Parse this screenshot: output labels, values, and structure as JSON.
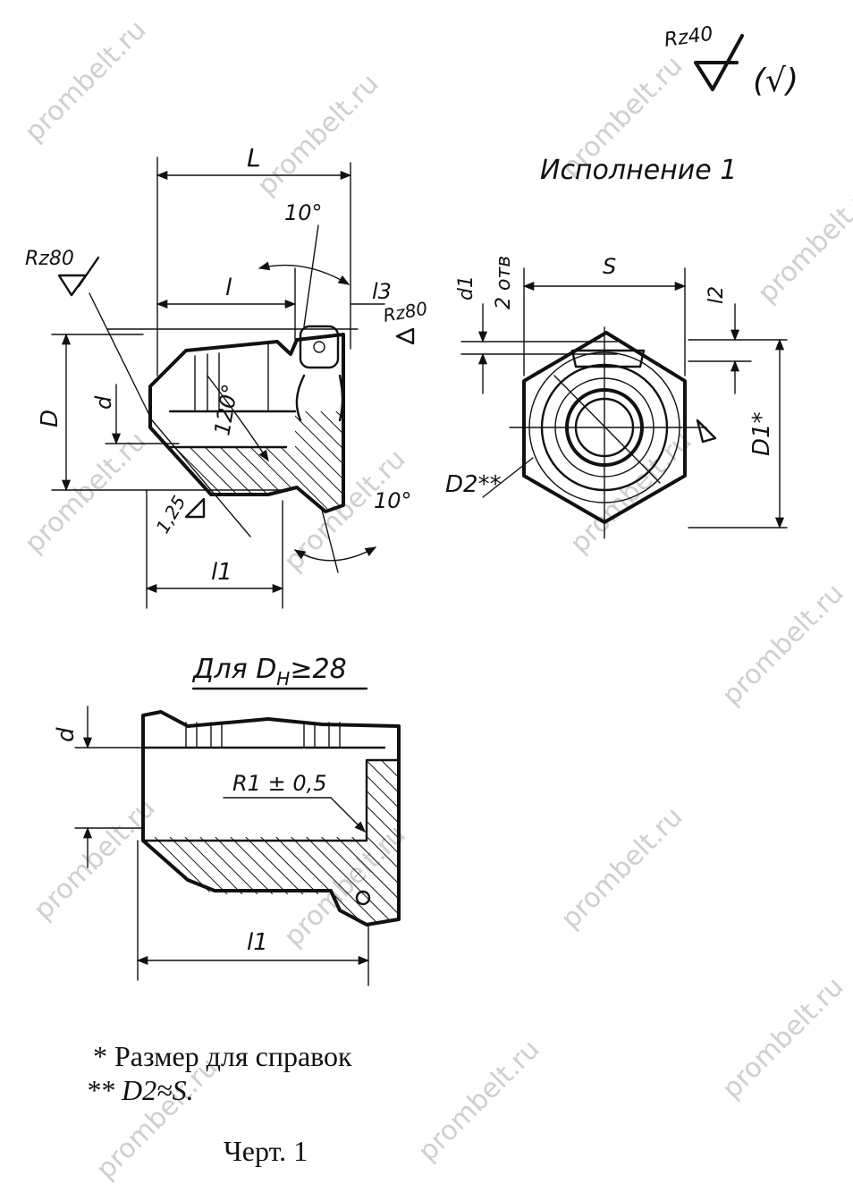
{
  "watermark": "prombelt.ru",
  "roughness": {
    "general": "Rz40",
    "general_paren": "(√)",
    "left": "Rz80",
    "nut_face": "Rz80"
  },
  "section_view": {
    "dims": {
      "L": "L",
      "l": "l",
      "l3": "l3",
      "D": "D",
      "d": "d",
      "l1": "l1",
      "angle_top": "10°",
      "angle_bottom": "10°",
      "angle_cone": "120°",
      "chamfer": "1,25"
    }
  },
  "end_view": {
    "title": "Исполнение 1",
    "dims": {
      "S": "S",
      "d1": "d1",
      "holes": "2 отв",
      "l2": "l2",
      "D1": "D1*",
      "D2": "D2**"
    }
  },
  "variant_view": {
    "title": "Для D_H ≥28",
    "title_main": "Для D",
    "title_sub": "H",
    "title_rest": "≥28",
    "dims": {
      "d": "d",
      "radius": "R1 ± 0,5",
      "l1": "l1"
    }
  },
  "notes": [
    "* Размер для справок",
    "** D2≈S."
  ],
  "caption": "Черт. 1"
}
